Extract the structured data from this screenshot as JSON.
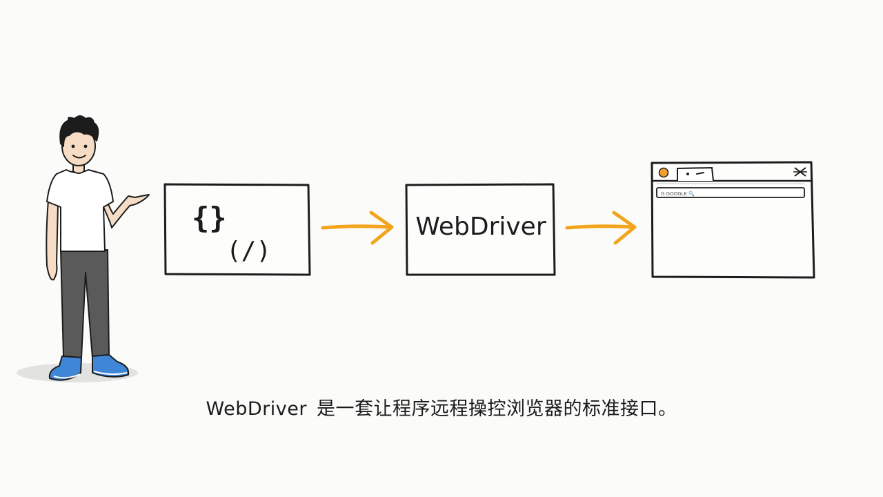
{
  "code_box": {
    "braces": "{}",
    "slash_tag": "(/)"
  },
  "webdriver_box": {
    "label": "WebDriver"
  },
  "browser_window": {
    "tab_text": "• ‿",
    "address_text": "G GOOGLE 🔍"
  },
  "caption": {
    "term": "WebDriver",
    "description": "是一套让程序远程操控浏览器的标准接口。"
  },
  "colors": {
    "arrow": "#f2a51c",
    "ink": "#1c1c1c",
    "shoe": "#3f86d6",
    "pants": "#5a5a5a",
    "browser_dot": "#f0a030"
  }
}
